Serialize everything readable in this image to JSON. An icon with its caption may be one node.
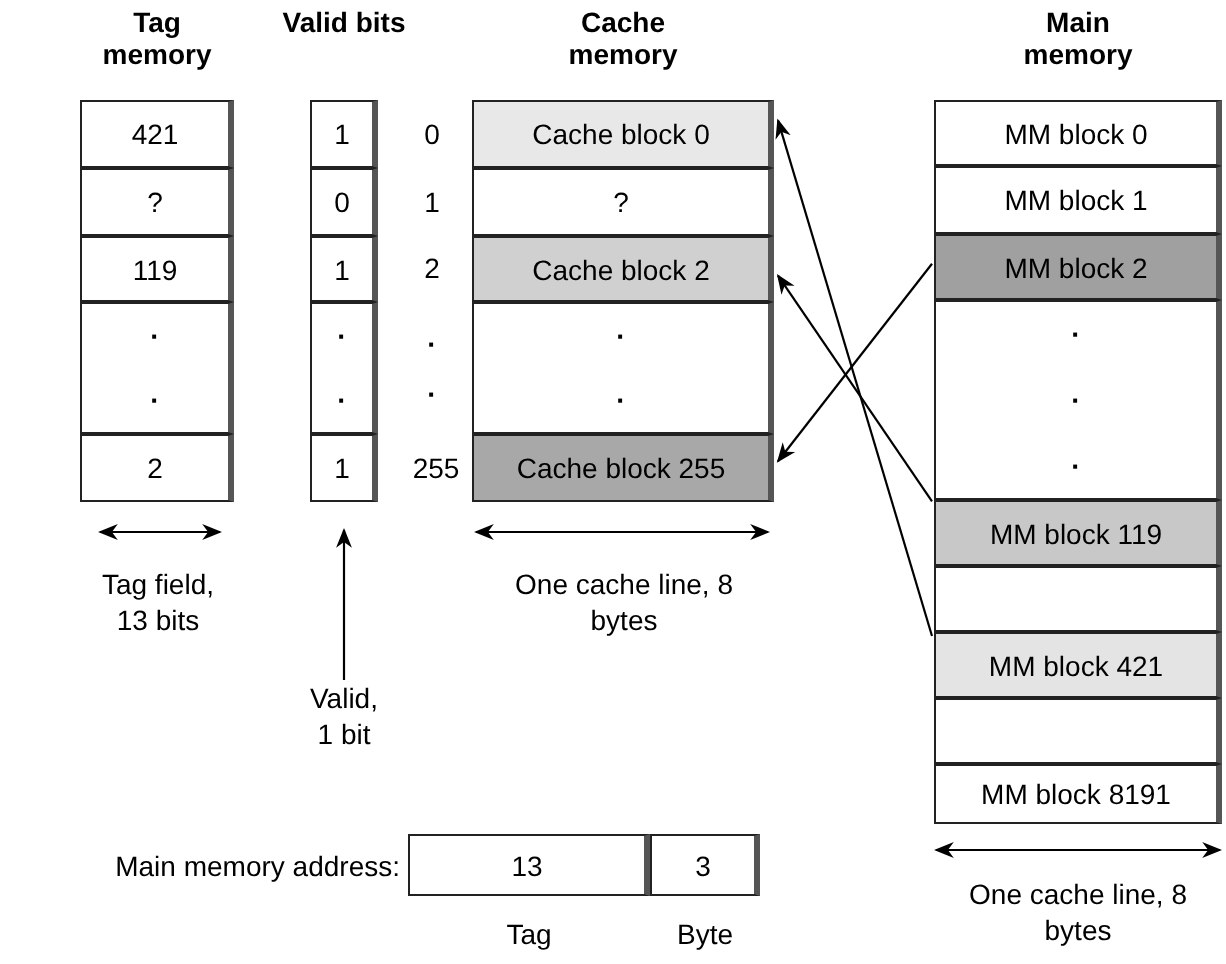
{
  "diagram": {
    "nodes": [
      {
        "text": [
          "Tag memory"
        ]
      },
      {
        "text": [
          "421"
        ],
        "in": 0
      },
      {
        "text": [
          "?"
        ],
        "in": 0
      },
      {
        "text": [
          "119"
        ],
        "in": 0
      },
      {
        "text": [
          "·",
          "·"
        ],
        "in": 0
      },
      {
        "text": [
          "2"
        ],
        "in": 0
      },
      {
        "text": [
          "Valid bits"
        ]
      },
      {
        "text": [
          "1"
        ],
        "in": 6
      },
      {
        "text": [
          "0"
        ],
        "in": 6
      },
      {
        "text": [
          "1"
        ],
        "in": 6
      },
      {
        "text": [
          "·",
          "·"
        ],
        "in": 6
      },
      {
        "text": [
          "1"
        ],
        "in": 6
      },
      {
        "text": [
          "Cache memory"
        ]
      },
      {
        "text": [
          "Cache block 0"
        ],
        "in": 12
      },
      {
        "text": [
          "?"
        ],
        "in": 12
      },
      {
        "text": [
          "Cache block 2"
        ],
        "in": 12
      },
      {
        "text": [
          "·",
          "·"
        ],
        "in": 12
      },
      {
        "text": [
          "Cache block 255"
        ],
        "in": 12
      },
      {
        "text": [
          "Main memory"
        ]
      },
      {
        "text": [
          "MM block 0"
        ],
        "in": 18
      },
      {
        "text": [
          "MM block 1"
        ],
        "in": 18
      },
      {
        "text": [
          "MM block 2"
        ],
        "in": 18
      },
      {
        "text": [
          "·",
          "·",
          "·"
        ],
        "in": 18
      },
      {
        "text": [
          "MM block 119"
        ],
        "in": 18
      },
      {
        "text": [],
        "shape": "box",
        "in": 18
      },
      {
        "text": [
          "MM block 421"
        ],
        "in": 18
      },
      {
        "text": [],
        "shape": "box",
        "in": 18
      },
      {
        "text": [
          "MM block 8191"
        ],
        "in": 18
      },
      {
        "text": [
          "Valid, 1 bit"
        ]
      },
      {
        "text": [
          "13"
        ],
        "beside": [
          "Tag"
        ]
      },
      {
        "text": [
          "3"
        ],
        "beside": [
          "Byte"
        ]
      }
    ],
    "edges": [
      {
        "from": 21,
        "to": 17,
        "arrow": "to"
      },
      {
        "from": 23,
        "to": 15,
        "arrow": "to"
      },
      {
        "from": 25,
        "to": 13,
        "arrow": "to"
      },
      {
        "from": 28,
        "to": 6,
        "arrow": "to"
      }
    ],
    "labels": [
      "0",
      "1",
      "2",
      "·",
      "·",
      "255",
      "Tag field, 13 bits",
      "One cache line, 8 bytes",
      "One cache line, 8 bytes",
      "Main memory address:"
    ]
  }
}
